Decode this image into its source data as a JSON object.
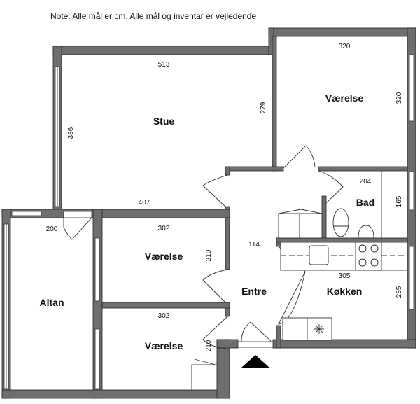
{
  "note": "Note: Alle mål er cm. Alle mål og inventar er vejledende",
  "rooms": {
    "stue": {
      "label": "Stue",
      "width": "513",
      "depth": "386",
      "inner_side": "279",
      "bottom": "407"
    },
    "vaerelse_top": {
      "label": "Værelse",
      "width": "320",
      "depth": "320"
    },
    "bad": {
      "label": "Bad",
      "width": "204",
      "depth": "165"
    },
    "altan": {
      "label": "Altan",
      "width": "200"
    },
    "vaerelse_mid": {
      "label": "Værelse",
      "width": "302",
      "depth": "210"
    },
    "vaerelse_bottom": {
      "label": "Værelse",
      "width": "302",
      "depth": "210"
    },
    "entre": {
      "label": "Entre",
      "width": "114"
    },
    "koekken": {
      "label": "Køkken",
      "width": "305",
      "depth": "235"
    }
  },
  "colors": {
    "wall": "#6e6e6e",
    "line": "#333333"
  }
}
